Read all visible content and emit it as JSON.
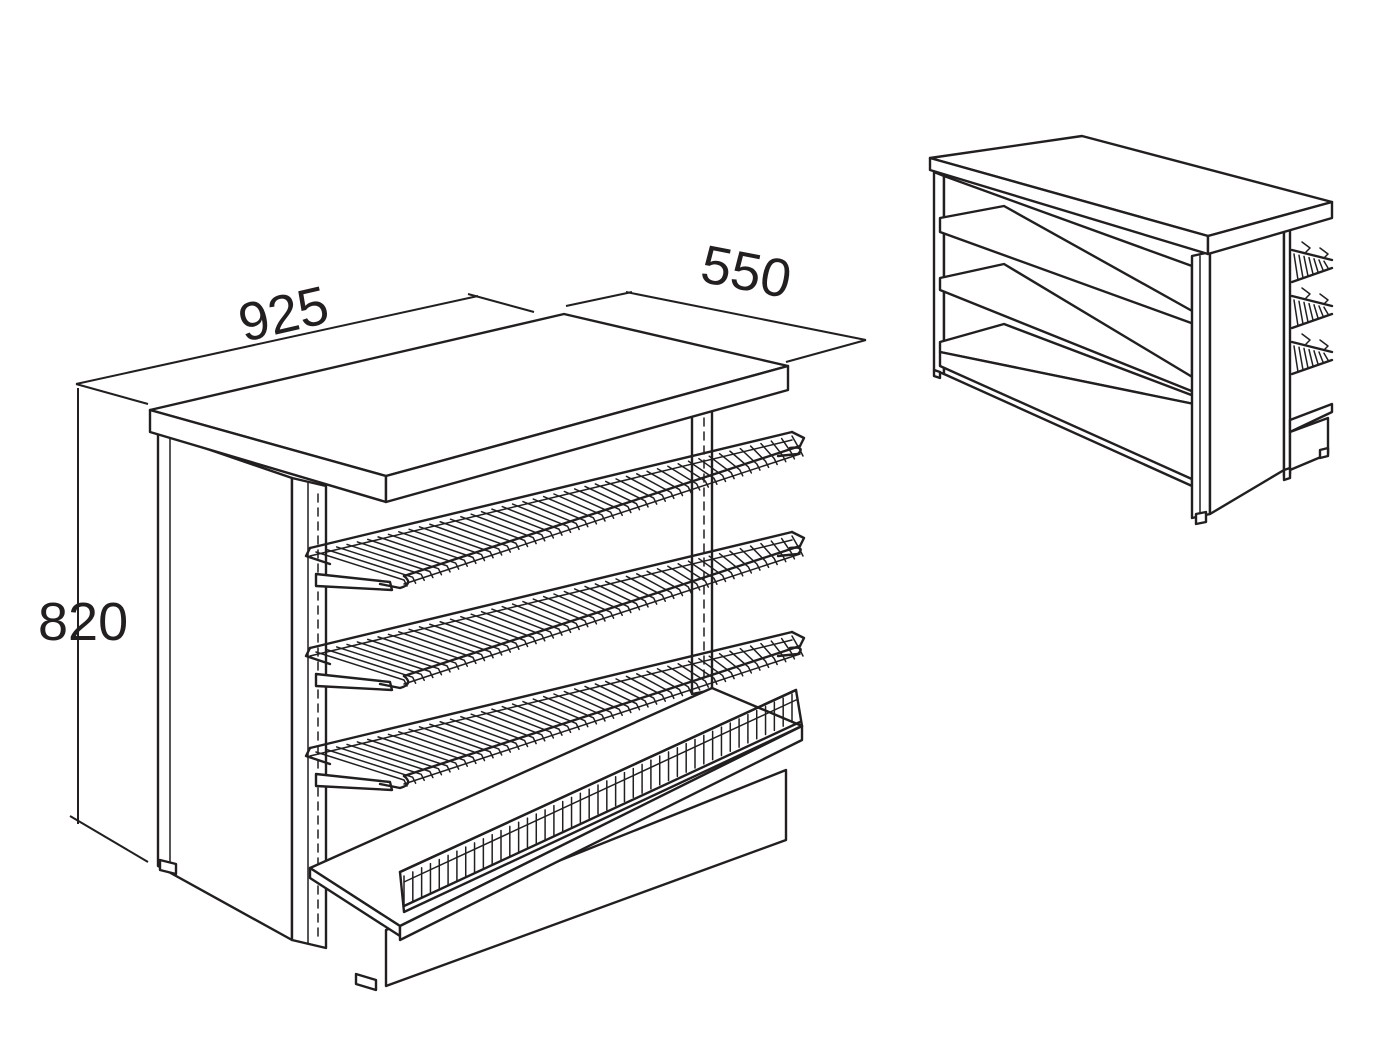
{
  "dimensions": {
    "width": "925",
    "depth": "550",
    "height": "820"
  },
  "shelves": {
    "wire_shelf_count": 3,
    "base_bin_count": 1
  },
  "colors": {
    "line": "#231f20",
    "fill": "#ffffff"
  }
}
